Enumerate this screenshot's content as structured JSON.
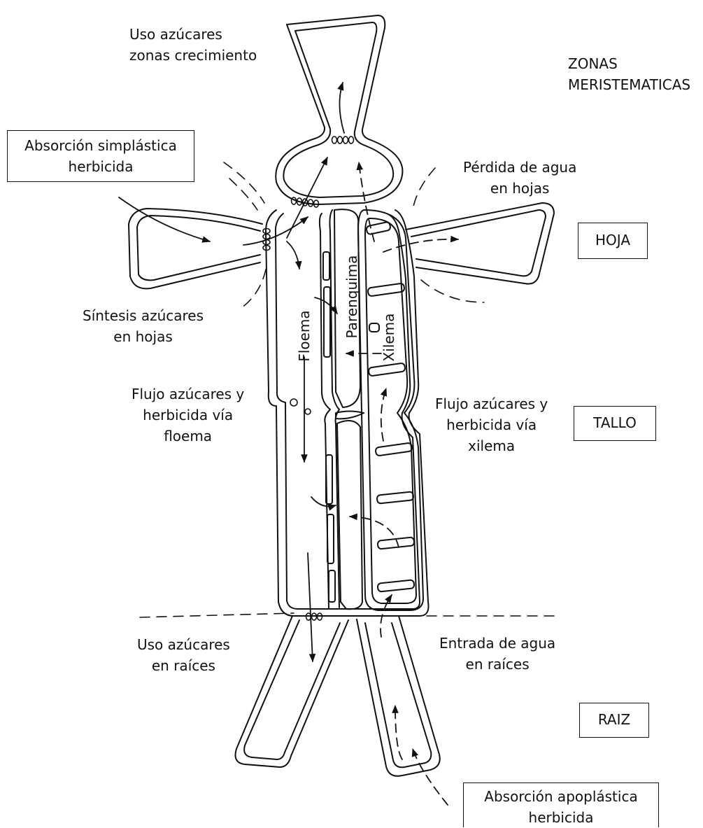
{
  "labels": {
    "uso_crecimiento": [
      "Uso azúcares",
      "zonas crecimiento"
    ],
    "zonas_meristematicas": [
      "ZONAS",
      "MERISTEMATICAS"
    ],
    "absorcion_simplastica": [
      "Absorción simplástica",
      "herbicida"
    ],
    "perdida_agua": [
      "Pérdida de agua",
      "en hojas"
    ],
    "hoja": "HOJA",
    "sintesis": [
      "Síntesis azúcares",
      "en hojas"
    ],
    "flujo_floema": [
      "Flujo azúcares y",
      "herbicida vía",
      "floema"
    ],
    "flujo_xilema": [
      "Flujo azúcares y",
      "herbicida vía",
      "xilema"
    ],
    "tallo": "TALLO",
    "uso_raices": [
      "Uso azúcares",
      "en raíces"
    ],
    "entrada_agua": [
      "Entrada de agua",
      "en raíces"
    ],
    "raiz": "RAIZ",
    "absorcion_apoplastica": [
      "Absorción apoplástica",
      "herbicida"
    ],
    "floema": "Floema",
    "parenquima": "Parenquima",
    "xilema": "Xilema"
  },
  "colors": {
    "line": "#111111",
    "background": "#ffffff"
  }
}
